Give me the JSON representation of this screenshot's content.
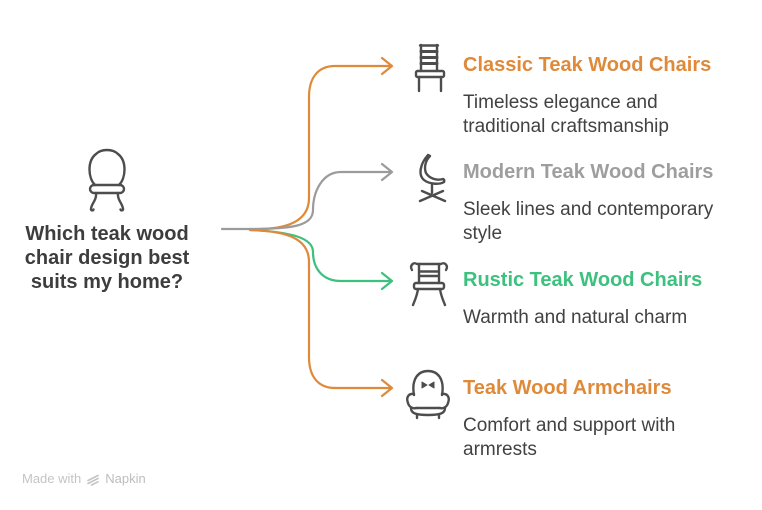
{
  "canvas": {
    "background": "#ffffff"
  },
  "root_node": {
    "icon": "balloon-back-chair-icon",
    "question": "Which teak wood chair design best suits my home?",
    "text_color": "#3d3d3d"
  },
  "branches": [
    {
      "icon": "ladder-back-chair-icon",
      "title": "Classic Teak Wood Chairs",
      "description": "Timeless elegance and traditional craftsmanship",
      "color": "#df8a3a"
    },
    {
      "icon": "modern-shell-chair-icon",
      "title": "Modern Teak Wood Chairs",
      "description": "Sleek lines and contemporary style",
      "color": "#9e9e9e"
    },
    {
      "icon": "rustic-slat-chair-icon",
      "title": "Rustic Teak Wood Chairs",
      "description": "Warmth and natural charm",
      "color": "#3cc17e"
    },
    {
      "icon": "armchair-icon",
      "title": "Teak Wood Armchairs",
      "description": "Comfort and support with armrests",
      "color": "#df8a3a"
    }
  ],
  "connector": {
    "trunk_color": "#9b9b9b"
  },
  "icon_stroke_color": "#4d4d4d",
  "description_color": "#424242",
  "watermark": {
    "prefix": "Made with",
    "brand": "Napkin",
    "logo": "napkin-logo-icon"
  }
}
